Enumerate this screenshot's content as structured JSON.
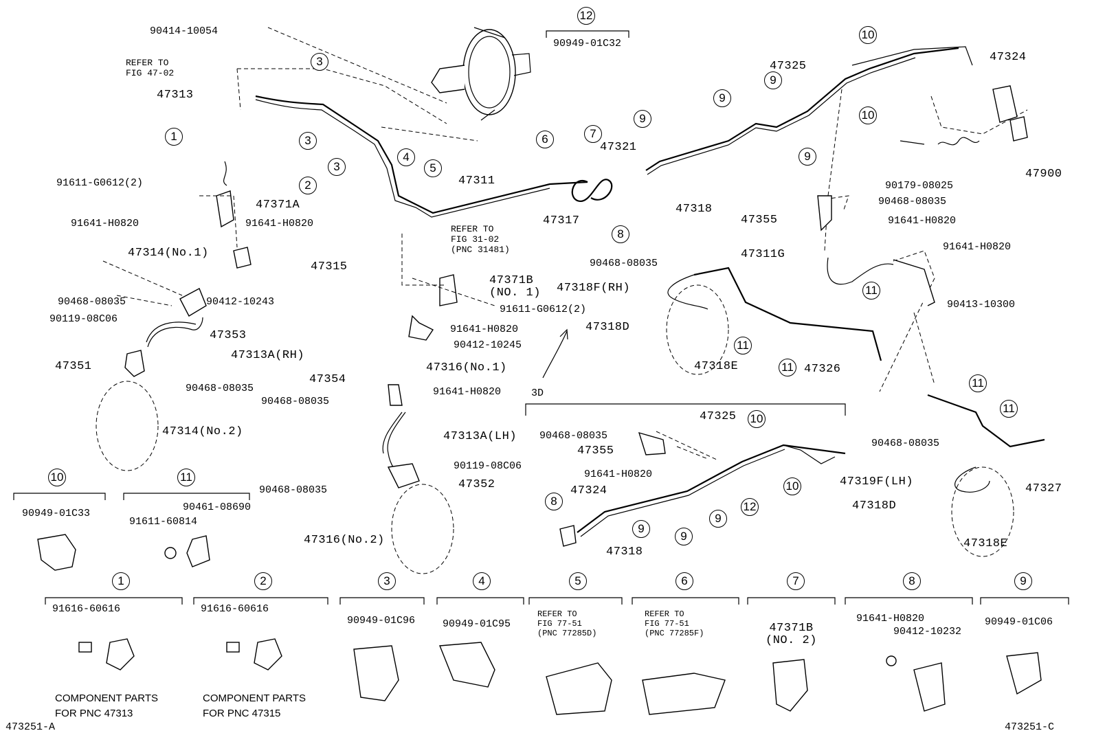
{
  "callouts": {
    "c_1": "1",
    "c_2": "2",
    "c_3a": "3",
    "c_3b": "3",
    "c_3c": "3",
    "c_4": "4",
    "c_5": "5",
    "c_6": "6",
    "c_7": "7",
    "c_8": "8",
    "c_9a": "9",
    "c_9b": "9",
    "c_9c": "9",
    "c_9d": "9",
    "c_10a": "10",
    "c_10b": "10",
    "c_12": "12",
    "c_11a": "11",
    "c_11b": "11",
    "c_11c": "11",
    "c_11d": "11",
    "c_11e": "11",
    "c3d_8": "8",
    "c3d_9a": "9",
    "c3d_9b": "9",
    "c3d_9c": "9",
    "c3d_10a": "10",
    "c3d_10b": "10",
    "c3d_12": "12"
  },
  "labels": {
    "p90414_10054": "90414-10054",
    "refer_fig_47_02": "REFER TO\nFIG 47-02",
    "p47313": "47313",
    "p91611_g0612_2a": "91611-G0612(2)",
    "p47371a": "47371A",
    "p91641_h0820_a": "91641-H0820",
    "p91641_h0820_b": "91641-H0820",
    "p47314_no1": "47314(No.1)",
    "p90412_10243": "90412-10243",
    "p90468_08035_a": "90468-08035",
    "p90119_08c06_a": "90119-08C06",
    "p47353": "47353",
    "p47313a_rh": "47313A(RH)",
    "p47351": "47351",
    "p90468_08035_b": "90468-08035",
    "p47314_no2": "47314(No.2)",
    "p47315": "47315",
    "refer_fig_31_02": "REFER TO\nFIG 31-02\n(PNC 31481)",
    "p47311": "47311",
    "p47371b": "47371B\n(NO. 1)",
    "p91611_g0612_2b": "91611-G0612(2)",
    "p91641_h0820_c": "91641-H0820",
    "p90412_10245": "90412-10245",
    "p47316_no1": "47316(No.1)",
    "p47354": "47354",
    "p90468_08035_c": "90468-08035",
    "p91641_h0820_d": "91641-H0820",
    "p47313a_lh": "47313A(LH)",
    "p90119_08c06_b": "90119-08C06",
    "p90468_08035_d": "90468-08035",
    "p47352": "47352",
    "p47316_no2": "47316(No.2)",
    "p90949_01c32": "90949-01C32",
    "p47321": "47321",
    "p47317": "47317",
    "p47318": "47318",
    "p47325": "47325",
    "p47324": "47324",
    "p47900": "47900",
    "p90179_08025": "90179-08025",
    "p90468_08035_e": "90468-08035",
    "p47355": "47355",
    "p91641_h0820_e": "91641-H0820",
    "p47311g": "47311G",
    "p91641_h0820_f": "91641-H0820",
    "p90413_10300": "90413-10300",
    "p90468_08035_f": "90468-08035",
    "p47318f_rh": "47318F(RH)",
    "p47318d_a": "47318D",
    "p47318e_a": "47318E",
    "p47326": "47326",
    "label_3d": "3D",
    "p3d_47325": "47325",
    "p3d_90468_08035": "90468-08035",
    "p3d_47355": "47355",
    "p3d_91641_h0820": "91641-H0820",
    "p3d_47324": "47324",
    "p3d_47318": "47318",
    "p90468_08035_g": "90468-08035",
    "p47319f_lh": "47319F(LH)",
    "p47327": "47327",
    "p47318d_b": "47318D",
    "p47318e_b": "47318E"
  },
  "insets": {
    "i10_num": "10",
    "i10_part": "90949-01C33",
    "i11_num": "11",
    "i11_part_a": "90461-08690",
    "i11_part_b": "91611-60814",
    "b1_num": "1",
    "b1_part": "91616-60616",
    "b1_caption": "COMPONENT PARTS\nFOR PNC 47313",
    "b2_num": "2",
    "b2_part": "91616-60616",
    "b2_caption": "COMPONENT PARTS\nFOR PNC 47315",
    "b3_num": "3",
    "b3_part": "90949-01C96",
    "b4_num": "4",
    "b4_part": "90949-01C95",
    "b5_num": "5",
    "b5_note": "REFER TO\nFIG 77-51\n(PNC 77285D)",
    "b6_num": "6",
    "b6_note": "REFER TO\nFIG 77-51\n(PNC 77285F)",
    "b7_num": "7",
    "b7_part": "47371B\n(NO. 2)",
    "b8_num": "8",
    "b8_part_a": "91641-H0820",
    "b8_part_b": "90412-10232",
    "b9_num": "9",
    "b9_part": "90949-01C06"
  },
  "footer": {
    "left_code": "473251-A",
    "right_code": "473251-C"
  }
}
